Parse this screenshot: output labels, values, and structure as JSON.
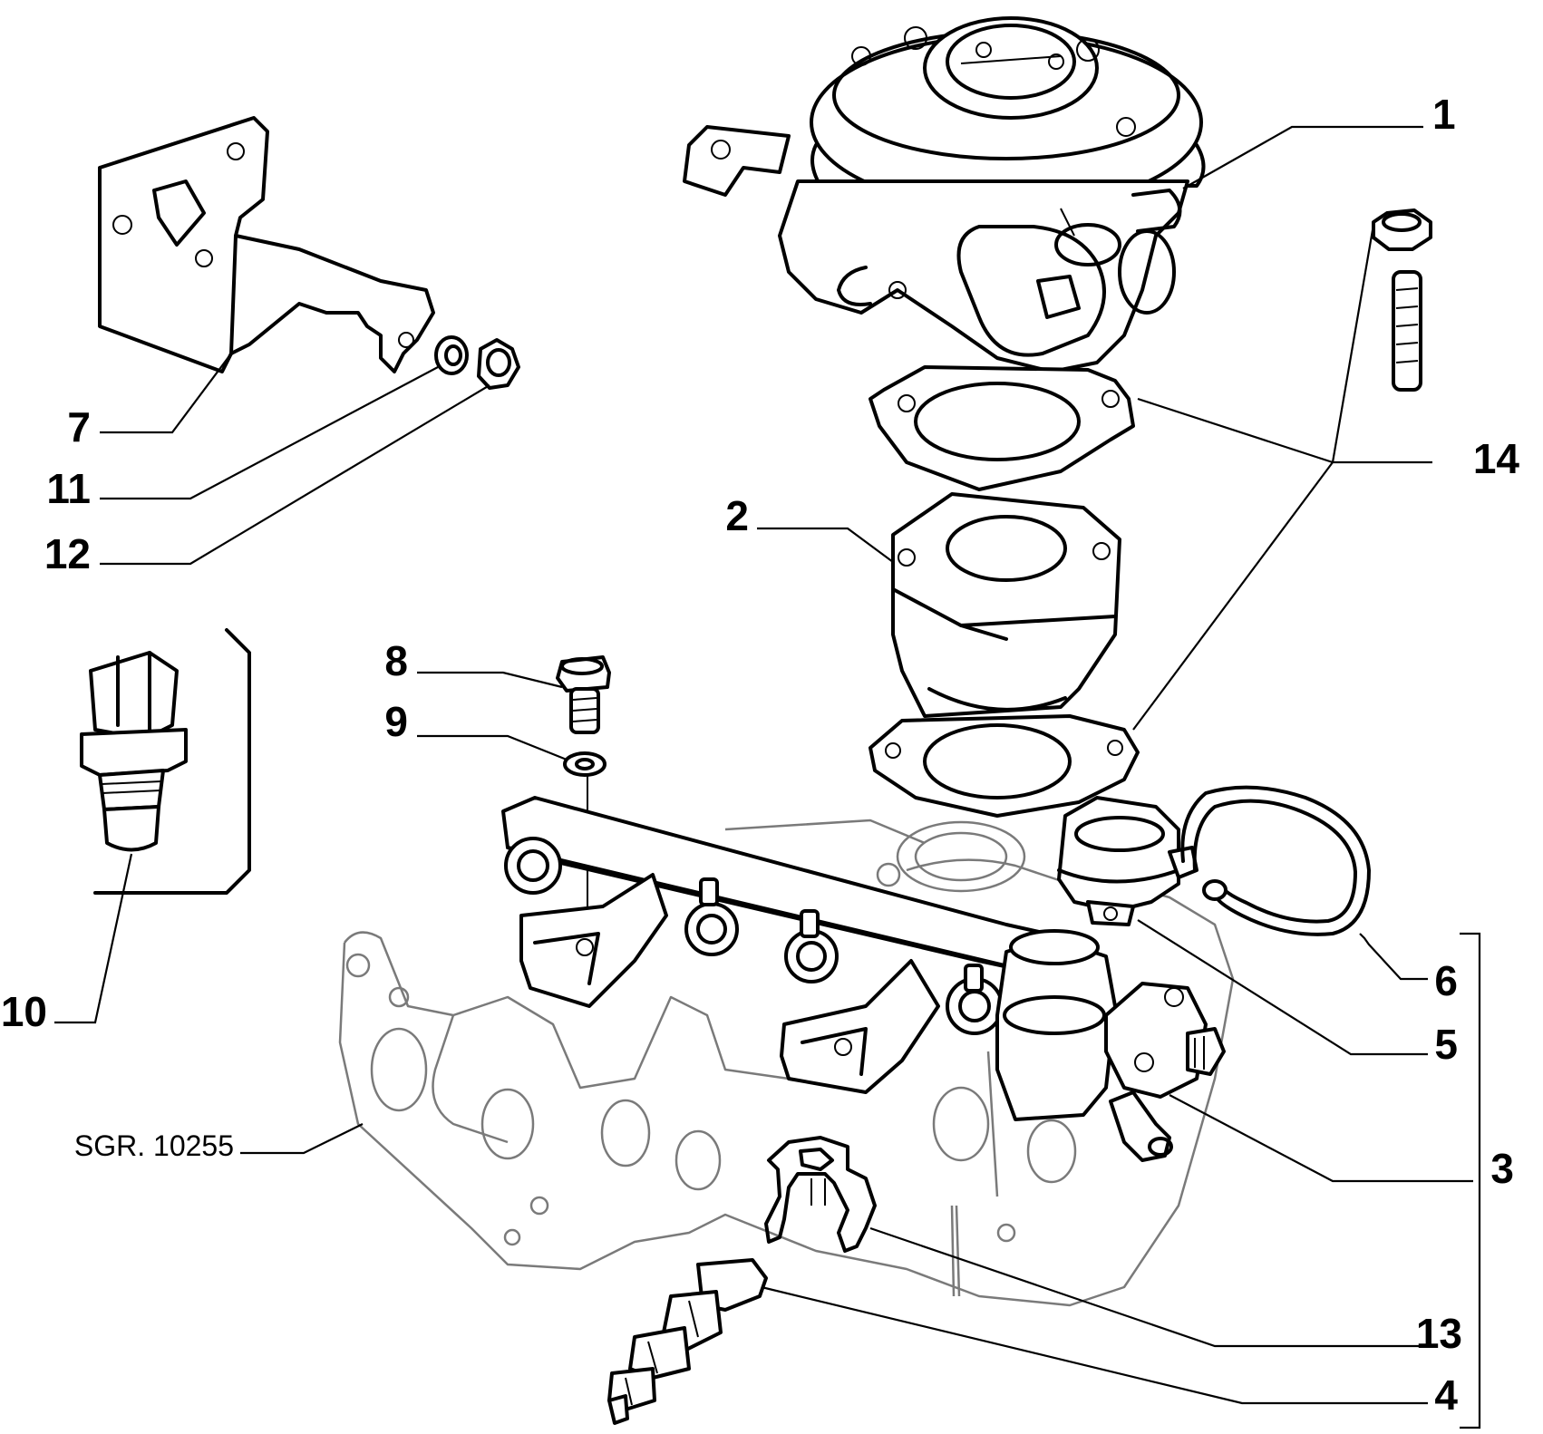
{
  "reference_code": "SGR. 10255",
  "callouts": [
    {
      "id": "c1",
      "label": "1"
    },
    {
      "id": "c2",
      "label": "2"
    },
    {
      "id": "c3",
      "label": "3"
    },
    {
      "id": "c4",
      "label": "4"
    },
    {
      "id": "c5",
      "label": "5"
    },
    {
      "id": "c6",
      "label": "6"
    },
    {
      "id": "c7",
      "label": "7"
    },
    {
      "id": "c8",
      "label": "8"
    },
    {
      "id": "c9",
      "label": "9"
    },
    {
      "id": "c10",
      "label": "10"
    },
    {
      "id": "c11",
      "label": "11"
    },
    {
      "id": "c12",
      "label": "12"
    },
    {
      "id": "c13",
      "label": "13"
    },
    {
      "id": "c14",
      "label": "14"
    }
  ]
}
